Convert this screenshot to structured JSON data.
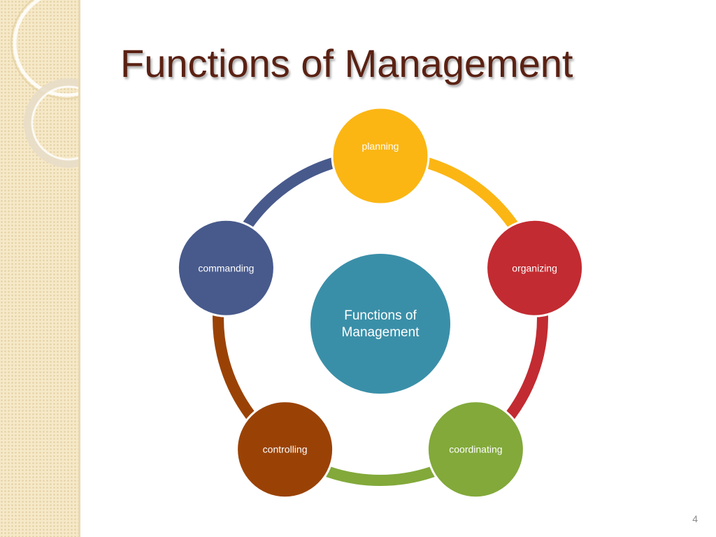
{
  "slide": {
    "title": "Functions of Management",
    "page_number": "4"
  },
  "diagram": {
    "center": {
      "line1": "Functions of",
      "line2": "Management",
      "color": "#3a8fa8"
    },
    "nodes": [
      {
        "label": "planning",
        "color": "#fbb614"
      },
      {
        "label": "organizing",
        "color": "#c22b31"
      },
      {
        "label": "coordinating",
        "color": "#82a93a"
      },
      {
        "label": "controlling",
        "color": "#9a4206"
      },
      {
        "label": "commanding",
        "color": "#485a8c"
      }
    ]
  },
  "theme": {
    "title_color": "#5a2113",
    "side_strip_color": "#f6e9c8"
  }
}
